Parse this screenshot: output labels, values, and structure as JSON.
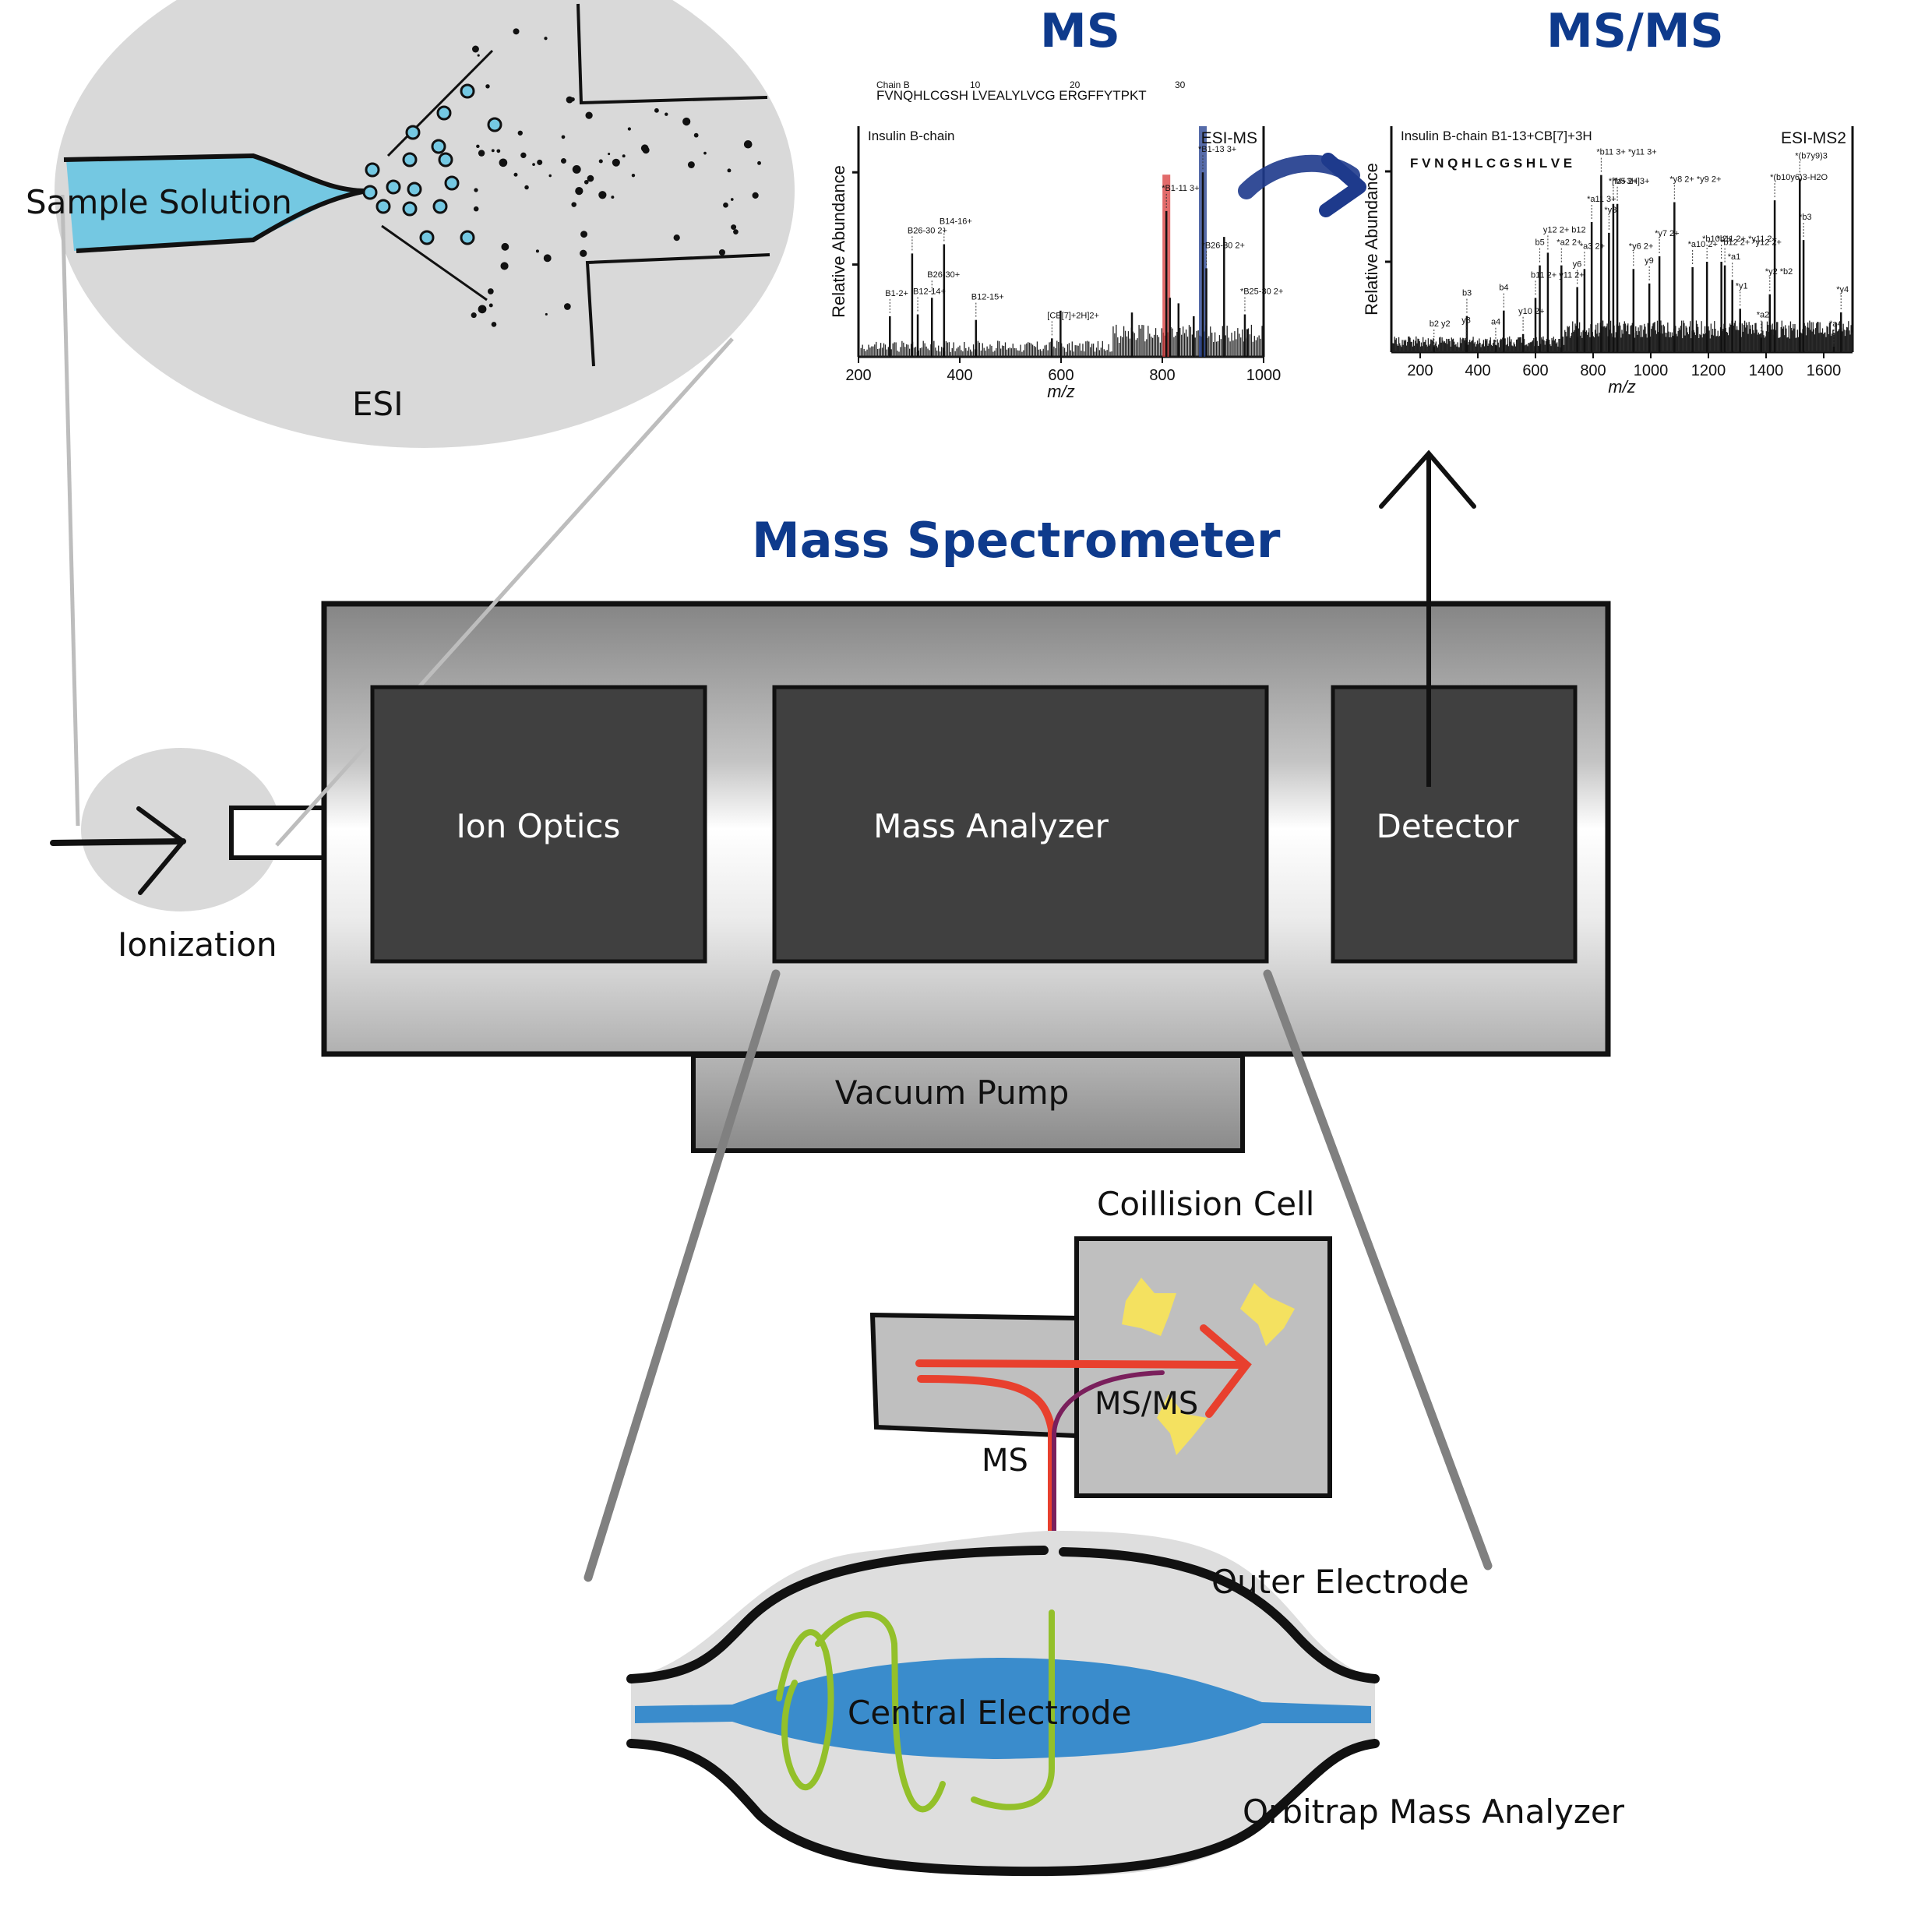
{
  "titles": {
    "ms": "MS",
    "msms": "MS/MS",
    "mass_spectrometer": "Mass Spectrometer"
  },
  "esi": {
    "label": "ESI",
    "sample_solution": "Sample Solution"
  },
  "ionization": {
    "label": "Ionization"
  },
  "instrument": {
    "ion_optics": "Ion Optics",
    "mass_analyzer": "Mass Analyzer",
    "detector": "Detector",
    "vacuum_pump": "Vacuum Pump"
  },
  "zoom_detail": {
    "collision_cell": "Coillision Cell",
    "ms_path": "MS",
    "msms_path": "MS/MS",
    "outer_electrode": "Outer Electrode",
    "central_electrode": "Central Electrode",
    "orbitrap": "Orbitrap Mass Analyzer"
  },
  "colors": {
    "title_blue": "#0e3a8c",
    "sample_blue": "#74c8e2",
    "central_electrode_blue": "#3a8ccc",
    "ion_path_red": "#e8402e",
    "msms_path_purple": "#7a1f5c",
    "orbit_green": "#93c02a",
    "fragment_yellow": "#f4e160",
    "highlight_red": "#d83a3a",
    "highlight_blue": "#1e3a8c"
  },
  "chart_data": [
    {
      "type": "bar",
      "title": "Insulin B-chain",
      "subtitle": "ESI-MS",
      "sequence": {
        "label": "Chain B",
        "text": "FVNQHLCGSH  LVEALYLVCG  ERGFFYTPKT",
        "ticks": [
          "10",
          "20",
          "30"
        ]
      },
      "xlabel": "m/z",
      "ylabel": "Relative Abundance",
      "xlim": [
        200,
        1000
      ],
      "xticks": [
        "200",
        "400",
        "600",
        "800",
        "1000"
      ],
      "ylim": [
        0,
        100
      ],
      "peaks": [
        {
          "mz": 262,
          "value": 22,
          "label": "B1-2+"
        },
        {
          "mz": 306,
          "value": 56,
          "label": "B26-30 2+"
        },
        {
          "mz": 317,
          "value": 23,
          "label": "B12-14+"
        },
        {
          "mz": 345,
          "value": 32,
          "label": "B26-30+"
        },
        {
          "mz": 369,
          "value": 61,
          "label": "B14-16+"
        },
        {
          "mz": 432,
          "value": 20,
          "label": "B12-15+"
        },
        {
          "mz": 582,
          "value": 10,
          "label": "[CB[7]+2H]2+"
        },
        {
          "mz": 599,
          "value": 25,
          "label": ""
        },
        {
          "mz": 740,
          "value": 24,
          "label": ""
        },
        {
          "mz": 808,
          "value": 79,
          "label": "*B1-11 3+",
          "highlight": "red"
        },
        {
          "mz": 815,
          "value": 32,
          "label": ""
        },
        {
          "mz": 832,
          "value": 29,
          "label": ""
        },
        {
          "mz": 862,
          "value": 22,
          "label": ""
        },
        {
          "mz": 880,
          "value": 100,
          "label": "*B1-13 3+",
          "highlight": "blue"
        },
        {
          "mz": 887,
          "value": 48,
          "label": "*B26-30 2+"
        },
        {
          "mz": 922,
          "value": 65,
          "label": ""
        },
        {
          "mz": 963,
          "value": 23,
          "label": "*B25-30 2+"
        },
        {
          "mz": 968,
          "value": 15,
          "label": ""
        }
      ]
    },
    {
      "type": "bar",
      "title": "Insulin B-chain B1-13+CB[7]+3H",
      "subtitle": "ESI-MS2",
      "sequence": {
        "text": "F V N Q H L C G S H L V E"
      },
      "xlabel": "m/z",
      "ylabel": "Relative Abundance",
      "xlim": [
        100,
        1700
      ],
      "xticks": [
        "200",
        "400",
        "600",
        "800",
        "1000",
        "1200",
        "1400",
        "1600"
      ],
      "ylim": [
        0,
        100
      ],
      "peaks": [
        {
          "mz": 248,
          "value": 3,
          "label": "b2 y2"
        },
        {
          "mz": 362,
          "value": 20,
          "label": "b3"
        },
        {
          "mz": 360,
          "value": 5,
          "label": "y3"
        },
        {
          "mz": 462,
          "value": 4,
          "label": "a4"
        },
        {
          "mz": 490,
          "value": 23,
          "label": "b4"
        },
        {
          "mz": 557,
          "value": 10,
          "label": "y10 2+"
        },
        {
          "mz": 600,
          "value": 30,
          "label": "b11 2+ y11 2+"
        },
        {
          "mz": 615,
          "value": 48,
          "label": "b5"
        },
        {
          "mz": 643,
          "value": 55,
          "label": "y12 2+ b12"
        },
        {
          "mz": 690,
          "value": 48,
          "label": "*a2 2+"
        },
        {
          "mz": 745,
          "value": 36,
          "label": "y6"
        },
        {
          "mz": 770,
          "value": 46,
          "label": "*a3 2+"
        },
        {
          "mz": 795,
          "value": 72,
          "label": "*a11 3+"
        },
        {
          "mz": 828,
          "value": 98,
          "label": "*b11 3+ *y11 3+"
        },
        {
          "mz": 855,
          "value": 66,
          "label": "*y8"
        },
        {
          "mz": 870,
          "value": 82,
          "label": "*[M+3H]3+"
        },
        {
          "mz": 884,
          "value": 82,
          "label": "*b5 2+"
        },
        {
          "mz": 940,
          "value": 46,
          "label": "*y6 2+"
        },
        {
          "mz": 995,
          "value": 38,
          "label": "y9"
        },
        {
          "mz": 1030,
          "value": 53,
          "label": "*y7 2+"
        },
        {
          "mz": 1082,
          "value": 83,
          "label": "*y8 2+ *y9 2+"
        },
        {
          "mz": 1145,
          "value": 47,
          "label": "*a10 2+"
        },
        {
          "mz": 1195,
          "value": 50,
          "label": "*b10 2+"
        },
        {
          "mz": 1245,
          "value": 50,
          "label": "*b11 2+ *y11 2+"
        },
        {
          "mz": 1257,
          "value": 48,
          "label": "*b12 2+ *y12 2+"
        },
        {
          "mz": 1283,
          "value": 40,
          "label": "*a1"
        },
        {
          "mz": 1310,
          "value": 24,
          "label": "*y1"
        },
        {
          "mz": 1383,
          "value": 8,
          "label": "*a2"
        },
        {
          "mz": 1413,
          "value": 32,
          "label": "*y2 *b2"
        },
        {
          "mz": 1430,
          "value": 84,
          "label": "*(b10y6)3-H2O"
        },
        {
          "mz": 1517,
          "value": 96,
          "label": "*(b7y9)3"
        },
        {
          "mz": 1530,
          "value": 62,
          "label": "*b3"
        },
        {
          "mz": 1635,
          "value": 3,
          "label": "*a4"
        },
        {
          "mz": 1660,
          "value": 22,
          "label": "*y4"
        }
      ]
    }
  ]
}
